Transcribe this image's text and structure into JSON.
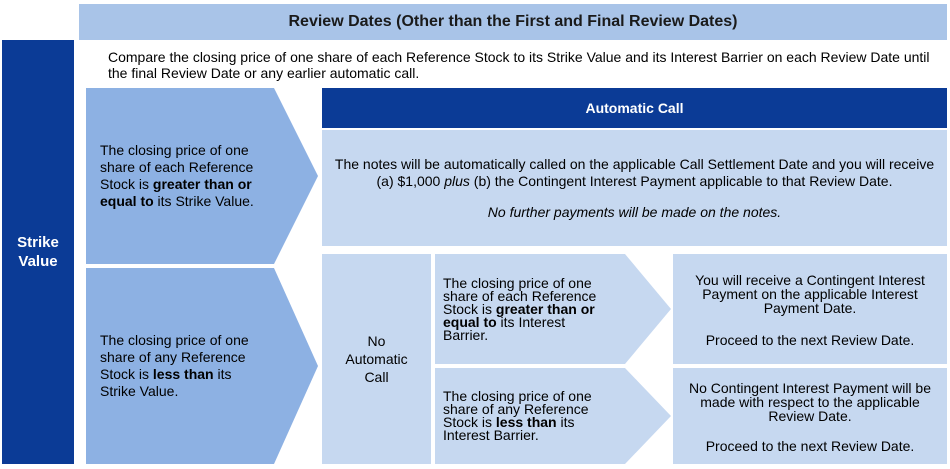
{
  "title": "Review Dates (Other than the First and Final Review Dates)",
  "strike_value": [
    "Strike",
    "Value"
  ],
  "intro": "Compare the closing price of one share of each Reference Stock to its Strike Value and its Interest Barrier on each Review Date until the final Review Date or any earlier automatic call.",
  "condition_above_strike": {
    "pre": "The closing price of one share of each Reference Stock is ",
    "bold": "greater than or equal to",
    "post": " its Strike Value."
  },
  "condition_below_strike": {
    "pre": "The closing price of one share of any Reference Stock is ",
    "bold": "less than",
    "post": " its Strike Value."
  },
  "automatic_call": {
    "header": "Automatic Call",
    "body_pre": "The notes will be automatically called on the applicable Call Settlement Date and you will receive (a) $1,000 ",
    "body_italic": "plus",
    "body_post": " (b) the Contingent Interest Payment applicable to that Review Date.",
    "note": "No further payments will be made on the notes."
  },
  "no_automatic_call": "No Automatic Call",
  "condition_above_barrier": {
    "pre": "The closing price of one share of each Reference Stock is ",
    "bold": "greater than or equal to",
    "post": " its Interest Barrier."
  },
  "condition_below_barrier": {
    "pre": "The closing price of one share of any Reference Stock is ",
    "bold": "less than",
    "post": " its Interest Barrier."
  },
  "result_payment": {
    "text": "You will receive a Contingent Interest Payment on the applicable Interest Payment Date.",
    "proceed": "Proceed to the next Review Date."
  },
  "result_no_payment": {
    "text": "No Contingent Interest Payment will be made with respect to the applicable Review Date.",
    "proceed": "Proceed to the next Review Date."
  },
  "colors": {
    "dark_blue": "#0b3b96",
    "mid_blue": "#8db1e3",
    "light_blue": "#c6d8f0",
    "title_blue": "#a9c4e8"
  }
}
